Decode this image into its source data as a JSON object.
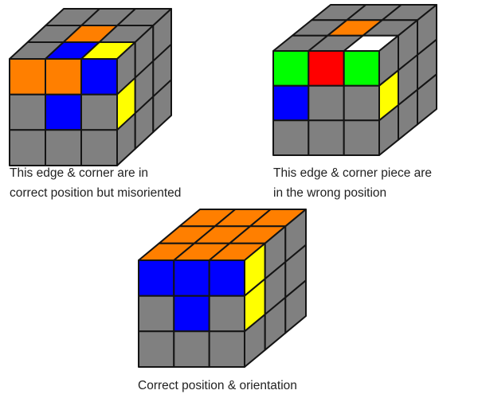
{
  "colors": {
    "gray": "#808080",
    "orange": "#ff7f00",
    "blue": "#0000ff",
    "yellow": "#ffff00",
    "green": "#00ff00",
    "red": "#ff0000",
    "white": "#ffffff",
    "line": "#141414"
  },
  "cubes": [
    {
      "id": "misoriented",
      "top": [
        "gray",
        "gray",
        "gray",
        "gray",
        "orange",
        "gray",
        "gray",
        "blue",
        "yellow"
      ],
      "front": [
        "orange",
        "orange",
        "blue",
        "gray",
        "blue",
        "gray",
        "gray",
        "gray",
        "gray"
      ],
      "right": [
        "gray",
        "gray",
        "gray",
        "yellow",
        "gray",
        "gray",
        "gray",
        "gray",
        "gray"
      ],
      "caption": [
        "This edge & corner are in",
        "correct position but misoriented"
      ]
    },
    {
      "id": "wrong-position",
      "top": [
        "gray",
        "gray",
        "gray",
        "gray",
        "orange",
        "gray",
        "gray",
        "gray",
        "white"
      ],
      "front": [
        "green",
        "red",
        "green",
        "blue",
        "gray",
        "gray",
        "gray",
        "gray",
        "gray"
      ],
      "right": [
        "gray",
        "gray",
        "gray",
        "yellow",
        "gray",
        "gray",
        "gray",
        "gray",
        "gray"
      ],
      "caption": [
        "This edge & corner piece are",
        "in the wrong position"
      ]
    },
    {
      "id": "solved",
      "top": [
        "orange",
        "orange",
        "orange",
        "orange",
        "orange",
        "orange",
        "orange",
        "orange",
        "orange"
      ],
      "front": [
        "blue",
        "blue",
        "blue",
        "gray",
        "blue",
        "gray",
        "gray",
        "gray",
        "gray"
      ],
      "right": [
        "yellow",
        "gray",
        "gray",
        "yellow",
        "gray",
        "gray",
        "gray",
        "gray",
        "gray"
      ],
      "caption": [
        "Correct position & orientation"
      ]
    }
  ]
}
